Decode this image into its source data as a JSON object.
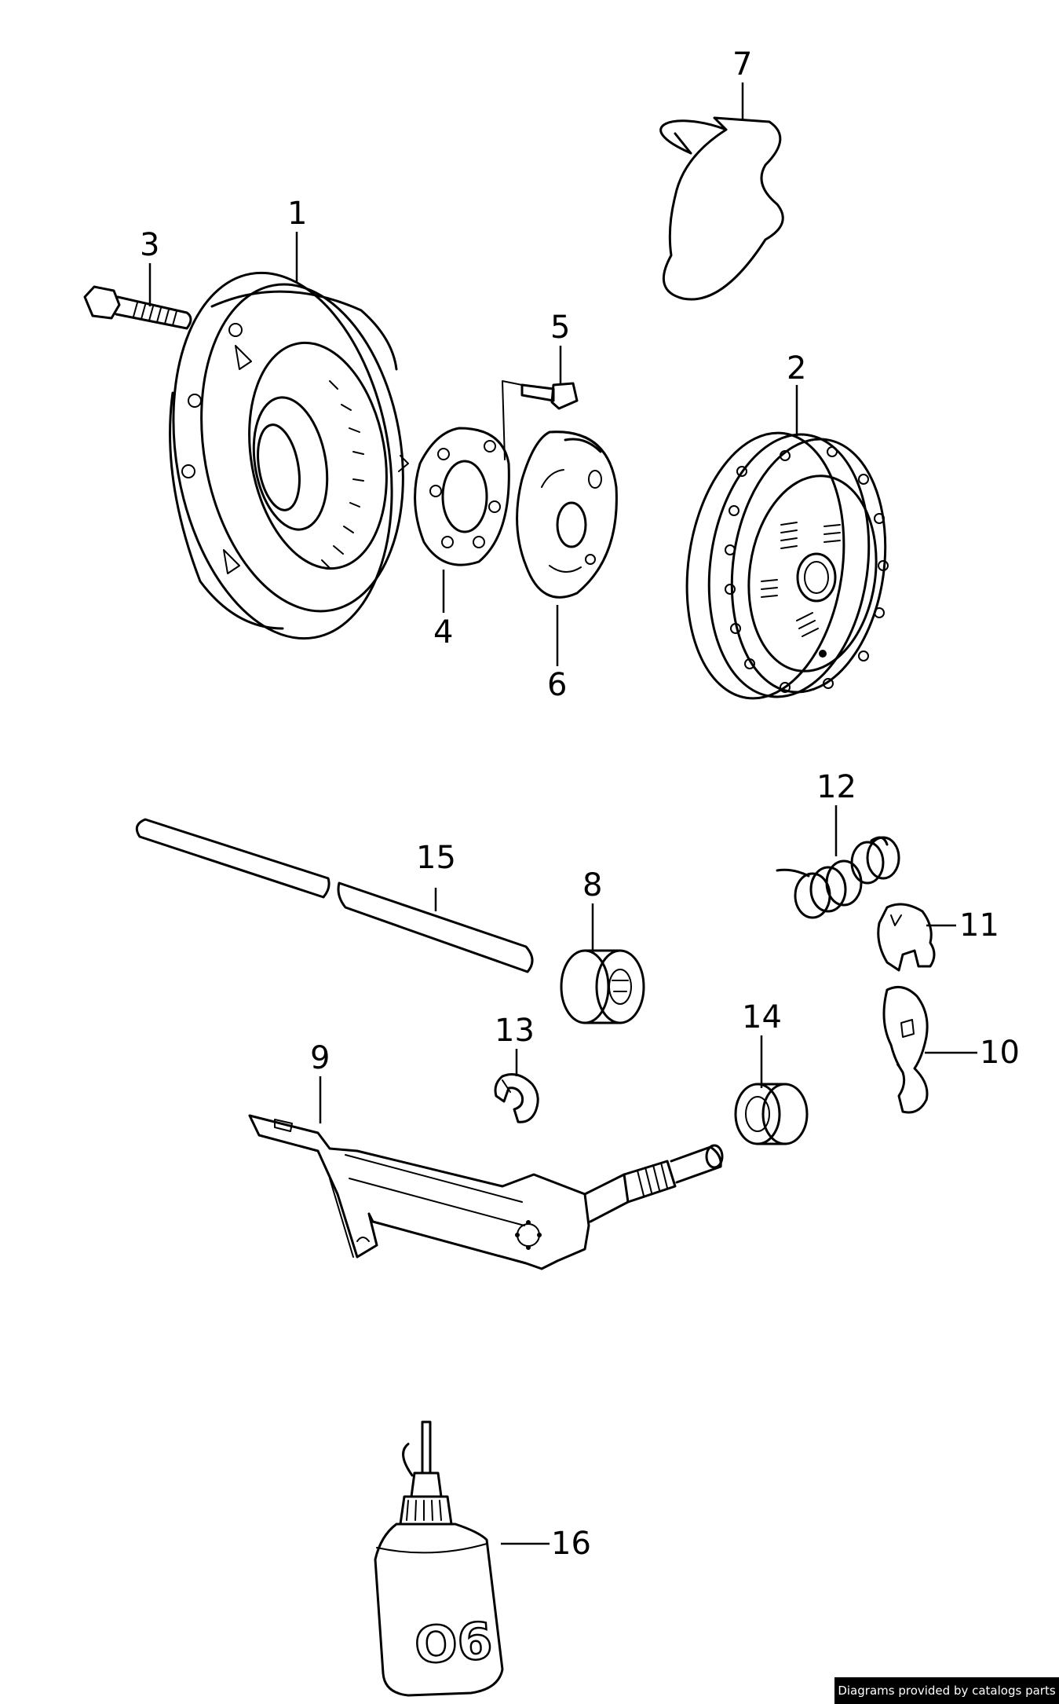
{
  "diagram": {
    "callouts": [
      "1",
      "2",
      "3",
      "4",
      "5",
      "6",
      "7",
      "8",
      "9",
      "10",
      "11",
      "12",
      "13",
      "14",
      "15",
      "16"
    ],
    "bottle_label": "O6"
  },
  "footer": {
    "credit": "Diagrams provided by catalogs parts"
  },
  "colors": {
    "line": "#000000",
    "background": "#ffffff",
    "credit_bg": "#000000",
    "credit_text": "#ffffff"
  }
}
